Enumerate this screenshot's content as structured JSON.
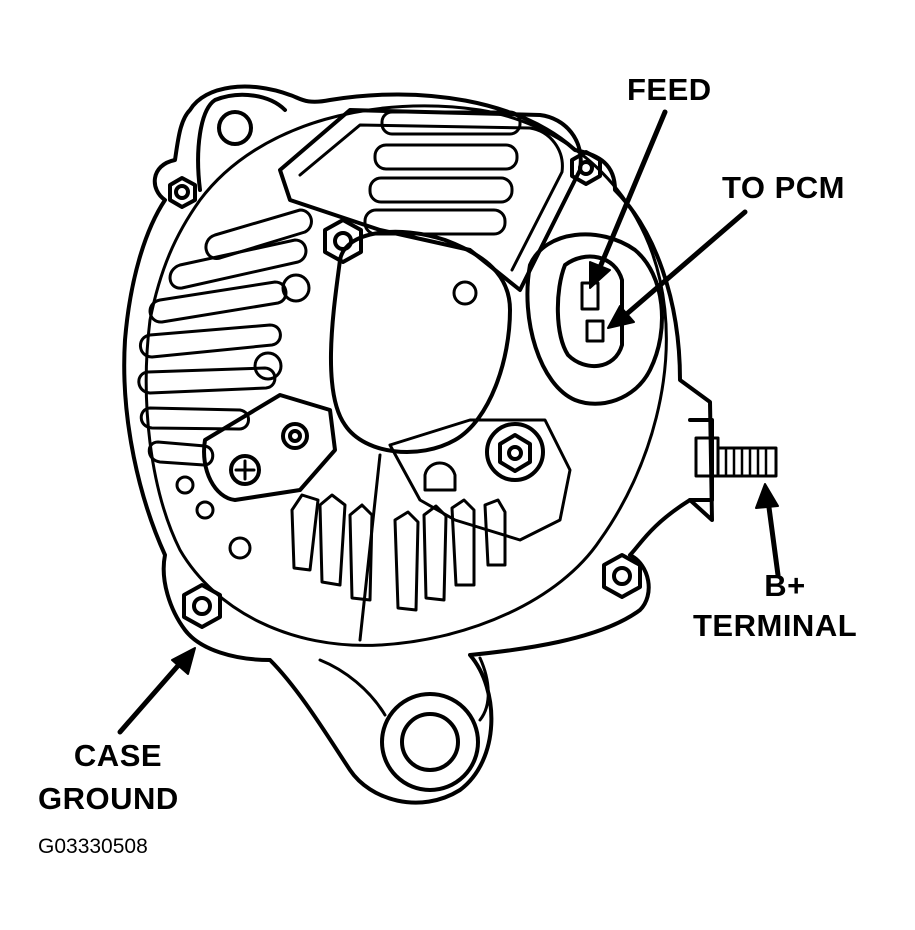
{
  "labels": {
    "feed": "FEED",
    "to_pcm": "TO PCM",
    "b_plus_line1": "B+",
    "b_plus_line2": "TERMINAL",
    "case_ground_line1": "CASE",
    "case_ground_line2": "GROUND",
    "figure_id": "G03330508"
  },
  "colors": {
    "ink": "#000000",
    "paper": "#ffffff"
  }
}
